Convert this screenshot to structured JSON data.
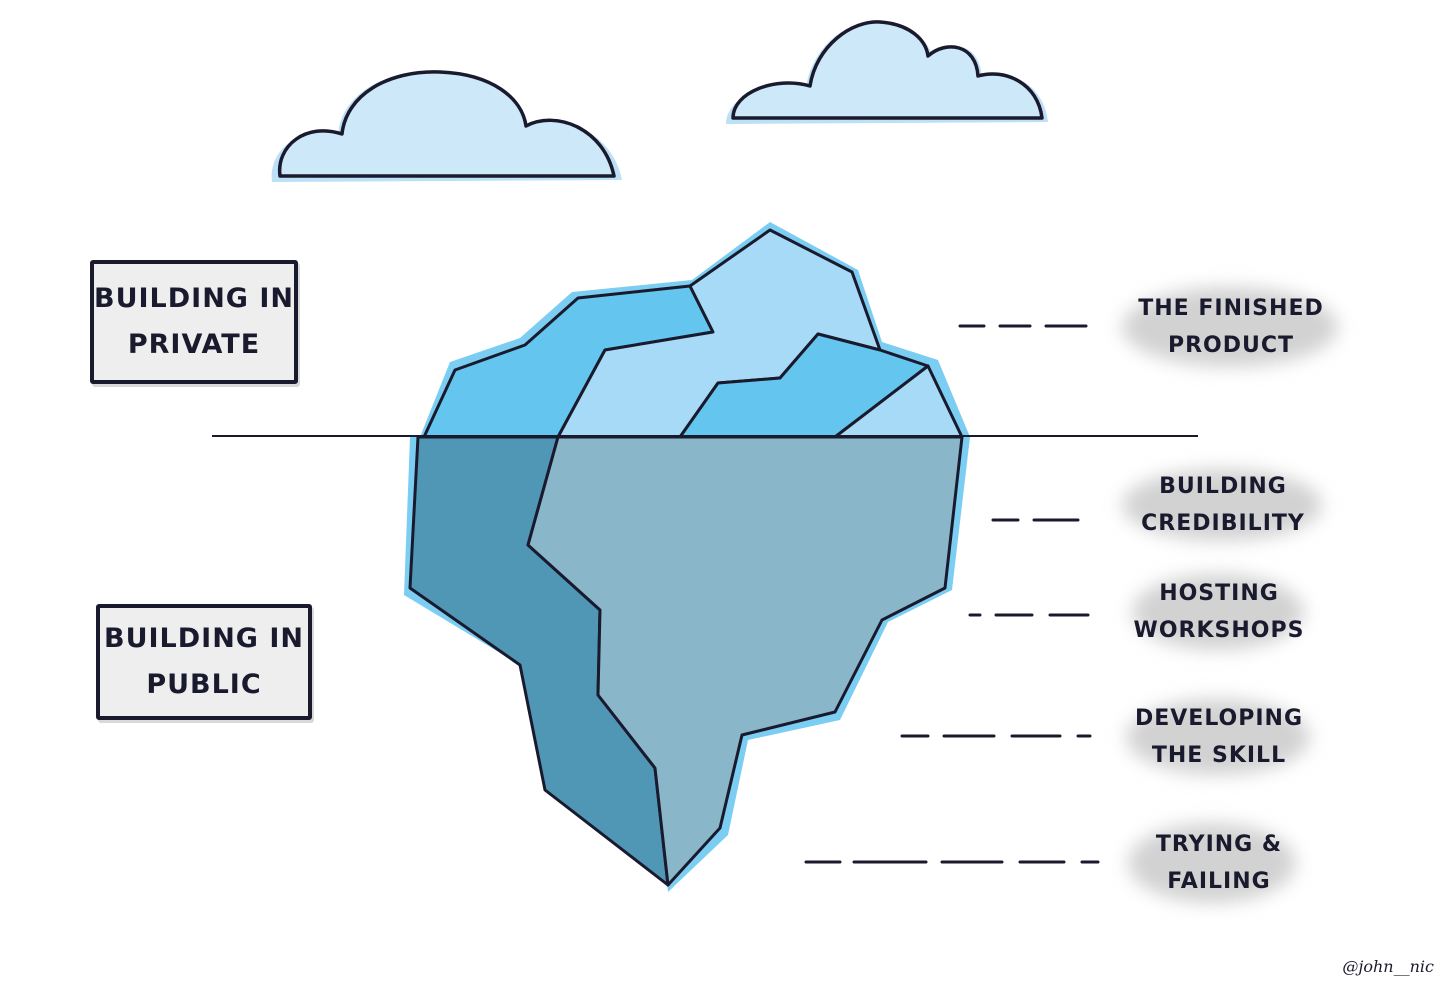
{
  "zones": {
    "private": [
      "BUILDING IN",
      "PRIVATE"
    ],
    "public": [
      "BUILDING IN",
      "PUBLIC"
    ]
  },
  "layers": [
    [
      "THE FINISHED",
      "PRODUCT"
    ],
    [
      "BUILDING",
      "CREDIBILITY"
    ],
    [
      "HOSTING",
      "WORKSHOPS"
    ],
    [
      "DEVELOPING",
      "THE SKILL"
    ],
    [
      "TRYING &",
      "FAILING"
    ]
  ],
  "credit": "@john__nic",
  "colors": {
    "ink": "#1a1a2e",
    "cloud": "#cde8f8",
    "ice_bright": "#64c6ee",
    "ice_light": "#a6daf6",
    "underwater_dark": "#4f97b4",
    "underwater_light": "#8ab6c9",
    "label_bg": "#eeeeee"
  }
}
